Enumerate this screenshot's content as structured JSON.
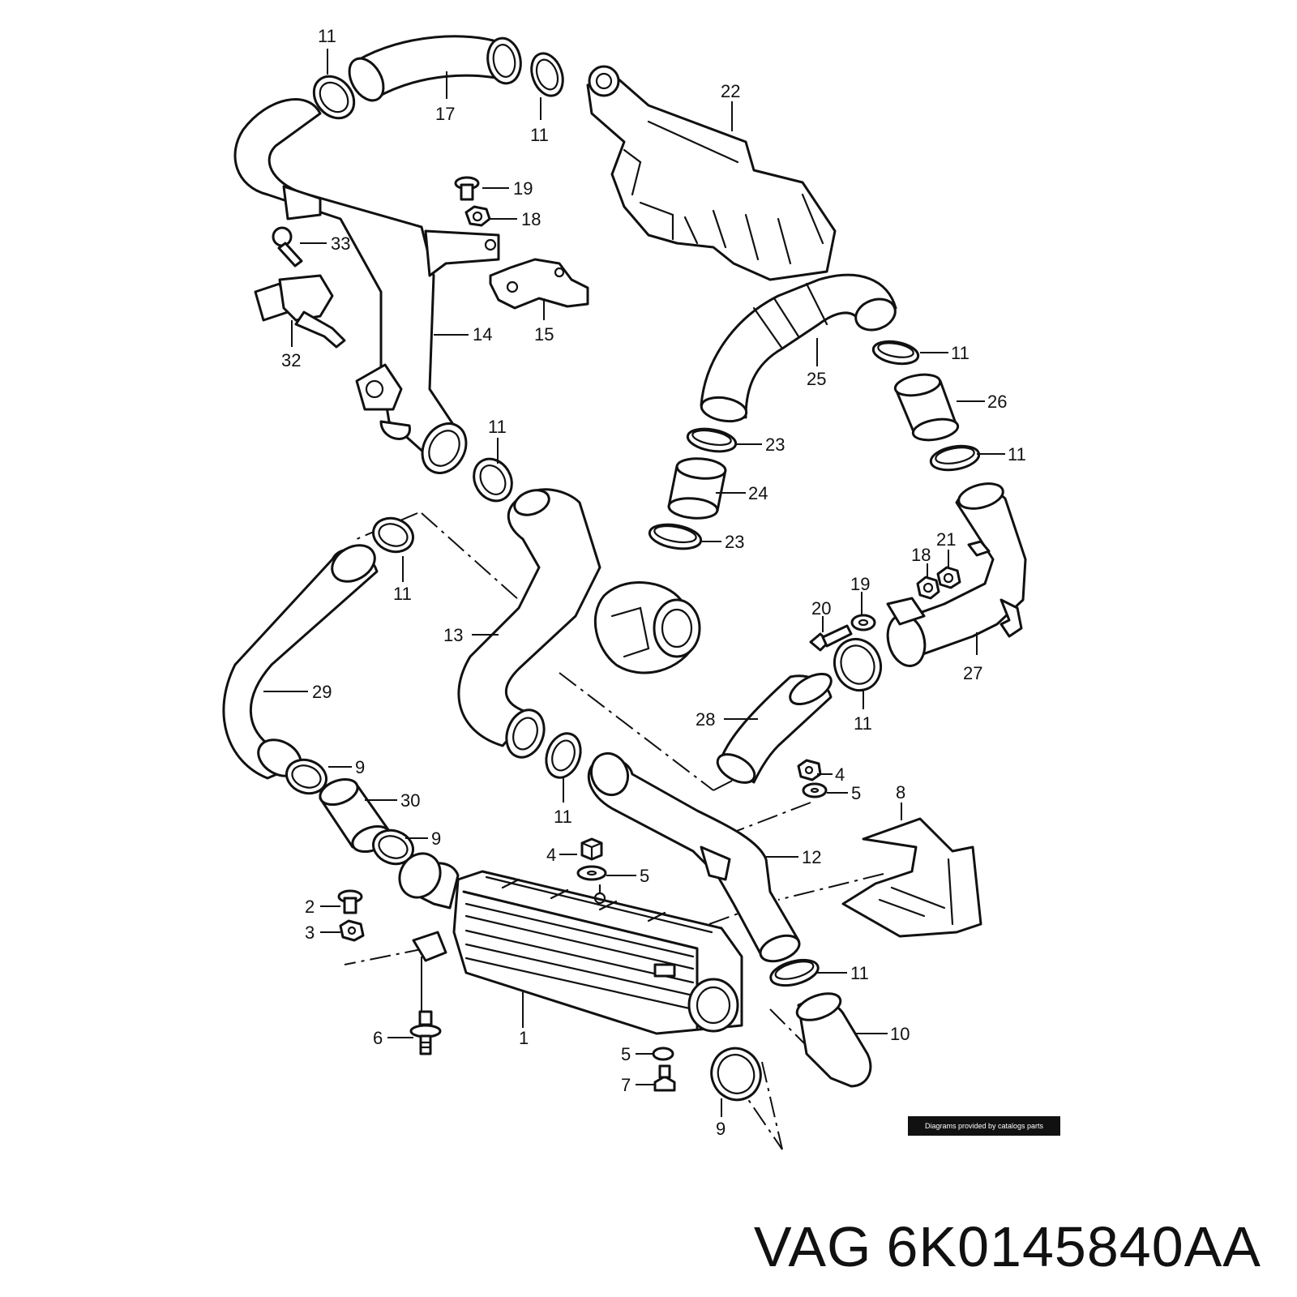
{
  "credit": "Diagrams provided by catalogs parts",
  "title": {
    "brand": "VAG",
    "part_number": "6K0145840AA"
  },
  "callouts": [
    {
      "id": "c-11-top-left",
      "text": "11"
    },
    {
      "id": "c-17",
      "text": "17"
    },
    {
      "id": "c-11-top-mid",
      "text": "11"
    },
    {
      "id": "c-22",
      "text": "22"
    },
    {
      "id": "c-19-top",
      "text": "19"
    },
    {
      "id": "c-18-top",
      "text": "18"
    },
    {
      "id": "c-33",
      "text": "33"
    },
    {
      "id": "c-15",
      "text": "15"
    },
    {
      "id": "c-14",
      "text": "14"
    },
    {
      "id": "c-32",
      "text": "32"
    },
    {
      "id": "c-11-right-top",
      "text": "11"
    },
    {
      "id": "c-25",
      "text": "25"
    },
    {
      "id": "c-26",
      "text": "26"
    },
    {
      "id": "c-11-mid",
      "text": "11"
    },
    {
      "id": "c-23-top",
      "text": "23"
    },
    {
      "id": "c-11-right-mid",
      "text": "11"
    },
    {
      "id": "c-24",
      "text": "24"
    },
    {
      "id": "c-23-bottom",
      "text": "23"
    },
    {
      "id": "c-11-left-mid",
      "text": "11"
    },
    {
      "id": "c-18-mid",
      "text": "18"
    },
    {
      "id": "c-21",
      "text": "21"
    },
    {
      "id": "c-19-mid",
      "text": "19"
    },
    {
      "id": "c-20",
      "text": "20"
    },
    {
      "id": "c-13",
      "text": "13"
    },
    {
      "id": "c-29",
      "text": "29"
    },
    {
      "id": "c-27",
      "text": "27"
    },
    {
      "id": "c-28",
      "text": "28"
    },
    {
      "id": "c-11-right-low",
      "text": "11"
    },
    {
      "id": "c-9-upper",
      "text": "9"
    },
    {
      "id": "c-4-right",
      "text": "4"
    },
    {
      "id": "c-5-right",
      "text": "5"
    },
    {
      "id": "c-8",
      "text": "8"
    },
    {
      "id": "c-30",
      "text": "30"
    },
    {
      "id": "c-11-center",
      "text": "11"
    },
    {
      "id": "c-9-mid",
      "text": "9"
    },
    {
      "id": "c-12",
      "text": "12"
    },
    {
      "id": "c-4-mid",
      "text": "4"
    },
    {
      "id": "c-5-mid",
      "text": "5"
    },
    {
      "id": "c-2",
      "text": "2"
    },
    {
      "id": "c-3",
      "text": "3"
    },
    {
      "id": "c-11-bottom-right",
      "text": "11"
    },
    {
      "id": "c-6",
      "text": "6"
    },
    {
      "id": "c-1",
      "text": "1"
    },
    {
      "id": "c-10",
      "text": "10"
    },
    {
      "id": "c-5-bottom",
      "text": "5"
    },
    {
      "id": "c-7",
      "text": "7"
    },
    {
      "id": "c-9-bottom",
      "text": "9"
    }
  ]
}
